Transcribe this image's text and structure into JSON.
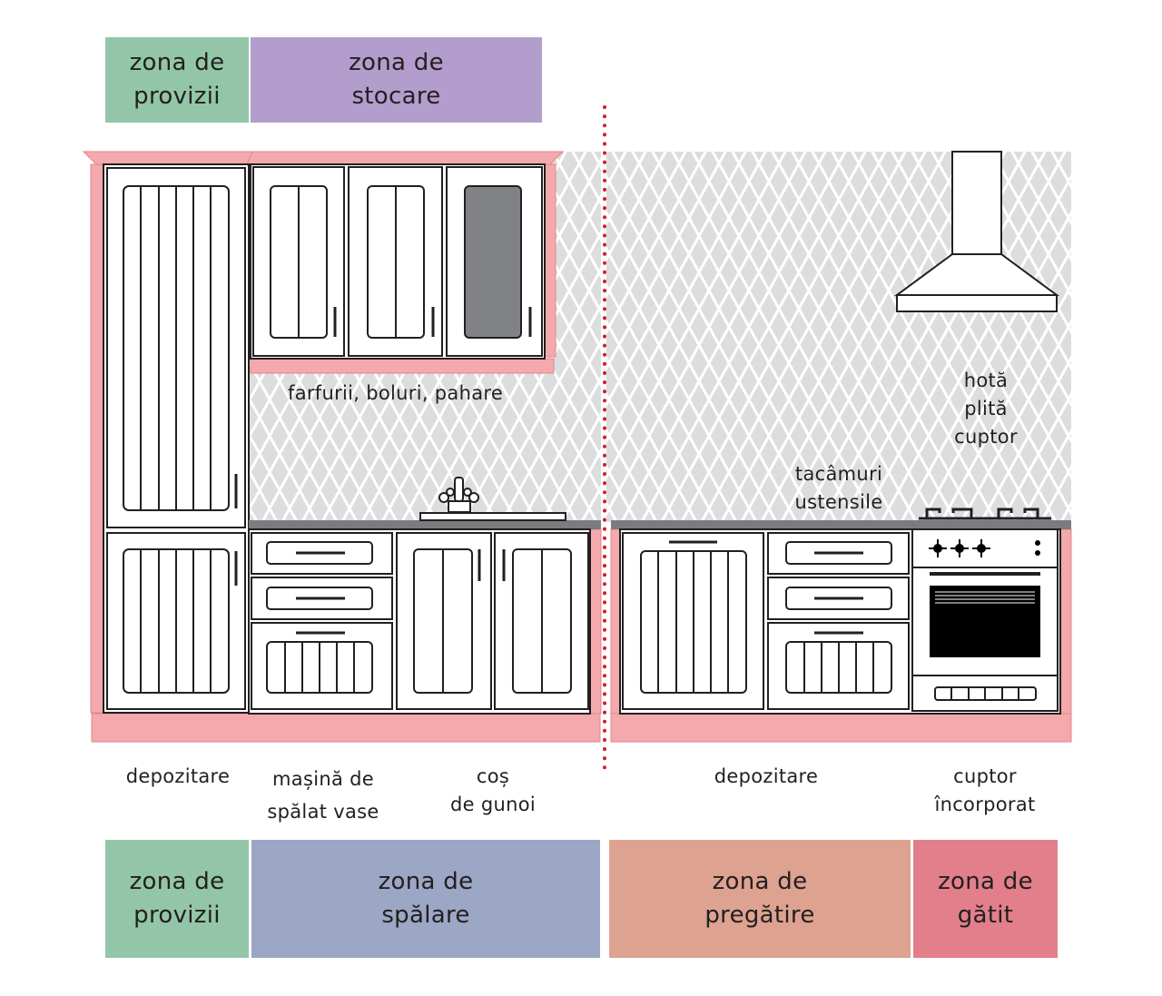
{
  "colors": {
    "provizii": "#93c6a9",
    "stocare": "#b39dcc",
    "spalare": "#9ca6c5",
    "pregatire": "#dea290",
    "gatit": "#e27f8b",
    "pink_trim": "#f4a9ac",
    "divider": "#d0202e",
    "cabinet_stroke": "#231f20",
    "glass": "#808285",
    "countertop": "#7a7c80"
  },
  "top_zones": {
    "provizii": {
      "line1": "zona de",
      "line2": "provizii"
    },
    "stocare": {
      "line1": "zona de",
      "line2": "stocare"
    }
  },
  "bottom_zones": {
    "provizii": {
      "line1": "zona de",
      "line2": "provizii"
    },
    "spalare": {
      "line1": "zona de",
      "line2": "spălare"
    },
    "pregatire": {
      "line1": "zona de",
      "line2": "pregătire"
    },
    "gatit": {
      "line1": "zona de",
      "line2": "gătit"
    }
  },
  "labels": {
    "wall_cabinets": "farfurii, boluri, pahare",
    "hood_line1": "hotă",
    "hood_line2": "plită",
    "hood_line3": "cuptor",
    "drawer_line1": "tacâmuri",
    "drawer_line2": "ustensile",
    "depozitare_left": "depozitare",
    "dishwasher_line1": "mașină de",
    "dishwasher_line2": "spălat vase",
    "trash_line1": "coș",
    "trash_line2": "de gunoi",
    "depozitare_right": "depozitare",
    "oven_line1": "cuptor",
    "oven_line2": "încorporat"
  },
  "icons": {
    "hood": "range-hood-icon",
    "faucet": "faucet-icon",
    "stove": "gas-stove-icon",
    "oven": "oven-icon",
    "divider": "dotted-divider-line"
  }
}
